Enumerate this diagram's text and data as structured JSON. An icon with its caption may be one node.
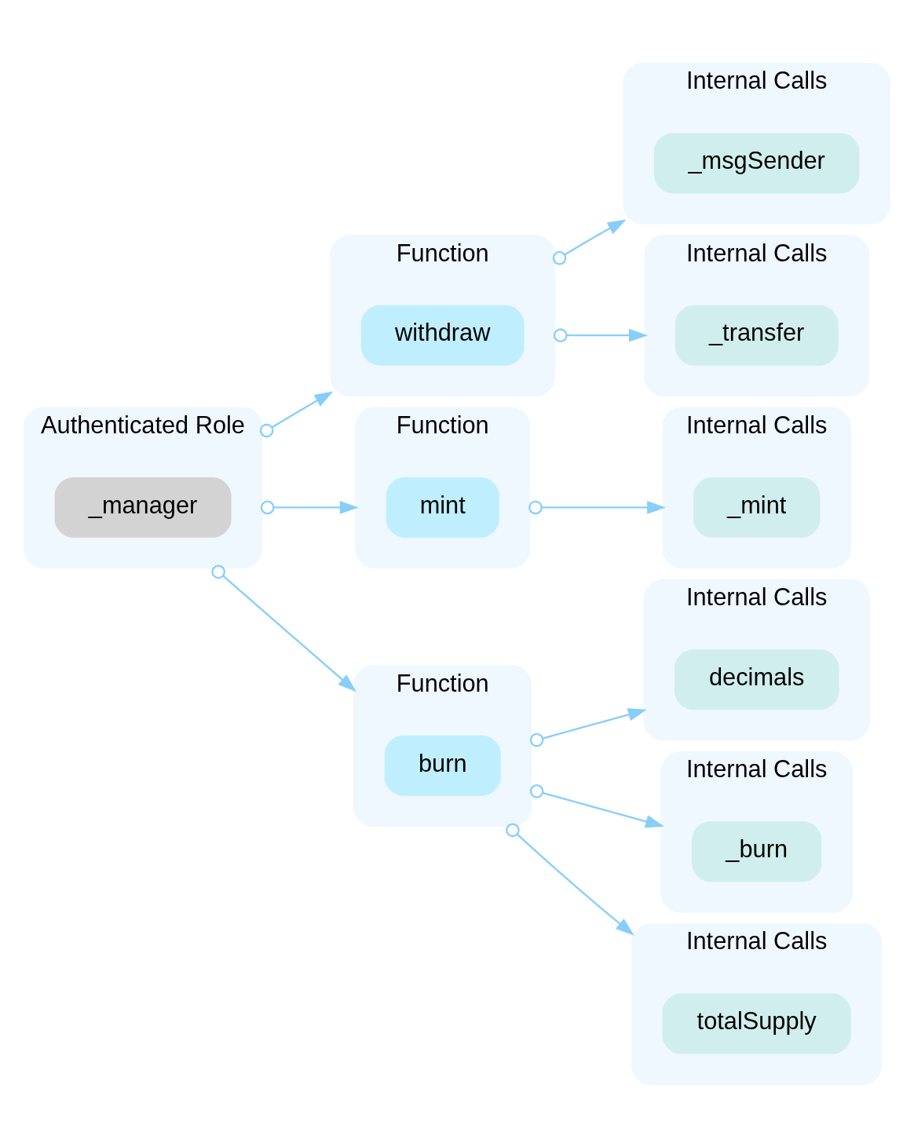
{
  "diagram": {
    "nodes": [
      {
        "text": [
          "Authenticated Role"
        ]
      },
      {
        "text": [
          "_manager"
        ],
        "in": 0
      },
      {
        "text": [
          "Function"
        ]
      },
      {
        "text": [
          "withdraw"
        ],
        "in": 2
      },
      {
        "text": [
          "Function"
        ]
      },
      {
        "text": [
          "mint"
        ],
        "in": 4
      },
      {
        "text": [
          "Function"
        ]
      },
      {
        "text": [
          "burn"
        ],
        "in": 6
      },
      {
        "text": [
          "Internal Calls"
        ]
      },
      {
        "text": [
          "_msgSender"
        ],
        "in": 8
      },
      {
        "text": [
          "Internal Calls"
        ]
      },
      {
        "text": [
          "_transfer"
        ],
        "in": 10
      },
      {
        "text": [
          "Internal Calls"
        ]
      },
      {
        "text": [
          "_mint"
        ],
        "in": 12
      },
      {
        "text": [
          "Internal Calls"
        ]
      },
      {
        "text": [
          "decimals"
        ],
        "in": 14
      },
      {
        "text": [
          "Internal Calls"
        ]
      },
      {
        "text": [
          "_burn"
        ],
        "in": 16
      },
      {
        "text": [
          "Internal Calls"
        ]
      },
      {
        "text": [
          "totalSupply"
        ],
        "in": 18
      }
    ],
    "edges": [
      {
        "from": 0,
        "to": 2,
        "arrow": "to"
      },
      {
        "from": 0,
        "to": 4,
        "arrow": "to"
      },
      {
        "from": 0,
        "to": 6,
        "arrow": "to"
      },
      {
        "from": 2,
        "to": 8,
        "arrow": "to"
      },
      {
        "from": 2,
        "to": 10,
        "arrow": "to"
      },
      {
        "from": 4,
        "to": 12,
        "arrow": "to"
      },
      {
        "from": 6,
        "to": 14,
        "arrow": "to"
      },
      {
        "from": 6,
        "to": 16,
        "arrow": "to"
      },
      {
        "from": 6,
        "to": 18,
        "arrow": "to"
      }
    ]
  }
}
